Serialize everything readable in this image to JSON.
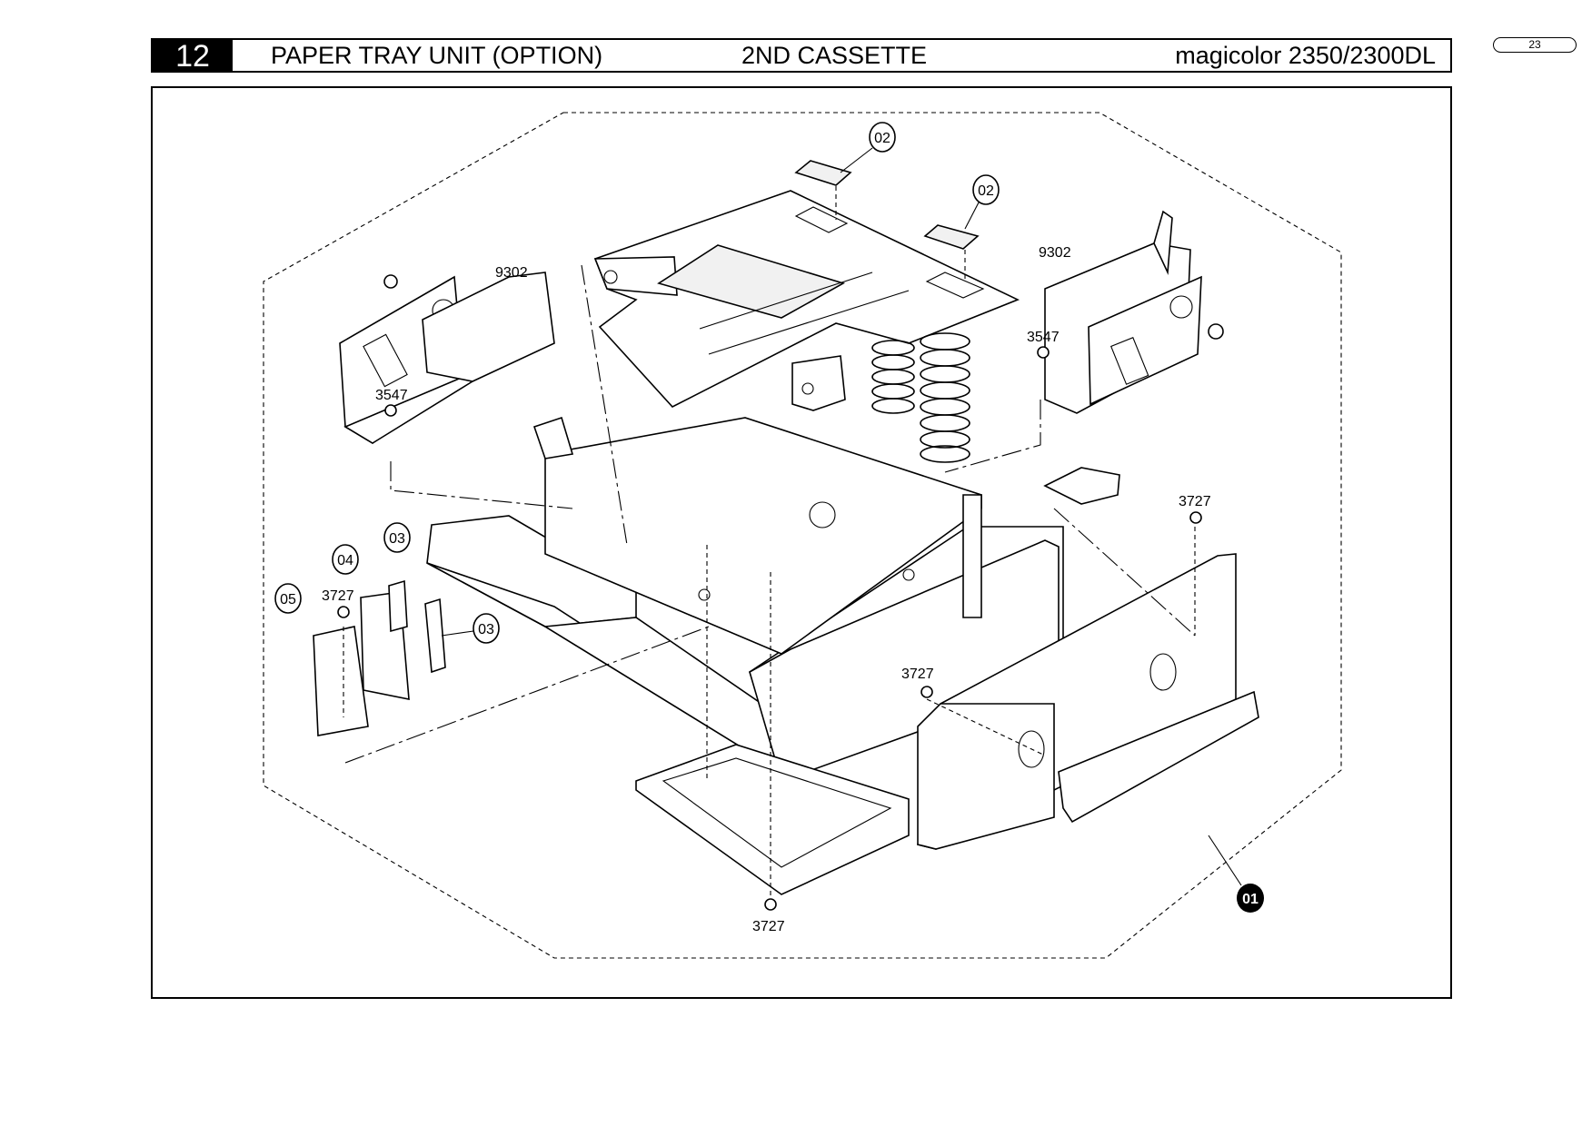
{
  "header": {
    "section_number": "12",
    "section_title": "PAPER TRAY UNIT (OPTION)",
    "subtitle": "2ND CASSETTE",
    "model": "magicolor 2350/2300DL"
  },
  "page_number": "23",
  "diagram": {
    "callouts": [
      "02",
      "02",
      "03",
      "03",
      "04",
      "05",
      "01"
    ],
    "screw_labels": [
      "9302",
      "9302",
      "3547",
      "3547",
      "3727",
      "3727",
      "3727",
      "3727"
    ]
  }
}
